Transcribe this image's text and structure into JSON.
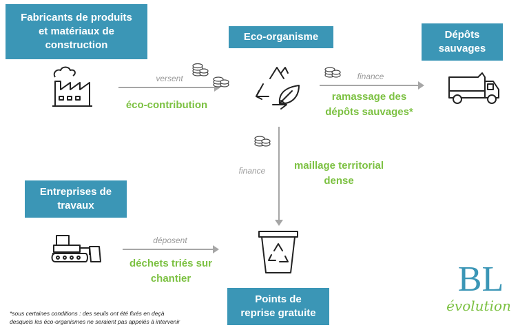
{
  "boxes": {
    "fabricants": "Fabricants de produits\net matériaux de\nconstruction",
    "eco_organisme": "Eco-organisme",
    "depots": "Dépôts\nsauvages",
    "entreprises": "Entreprises de\ntravaux",
    "points": "Points de\nreprise gratuite"
  },
  "verbs": {
    "versent": "versent",
    "finance_right": "finance",
    "finance_down": "finance",
    "deposent": "déposent"
  },
  "labels": {
    "eco_contribution": "éco-contribution",
    "ramassage": "ramassage des\ndépôts sauvages*",
    "maillage": "maillage territorial\ndense",
    "dechets": "déchets triés sur\nchantier"
  },
  "footnote": "*sous certaines conditions : des seuils ont été fixés en deçà\ndesquels les éco-organismes ne seraient pas appelés à intervenir",
  "logo": {
    "main": "BL",
    "sub": "évolution"
  },
  "colors": {
    "box": "#3b96b6",
    "green": "#7cc142",
    "arrow": "#a6a6a6"
  },
  "icons": [
    "factory-icon",
    "coins-icon",
    "recycle-leaf-icon",
    "dump-truck-icon",
    "bulldozer-icon",
    "recycle-bin-icon"
  ]
}
